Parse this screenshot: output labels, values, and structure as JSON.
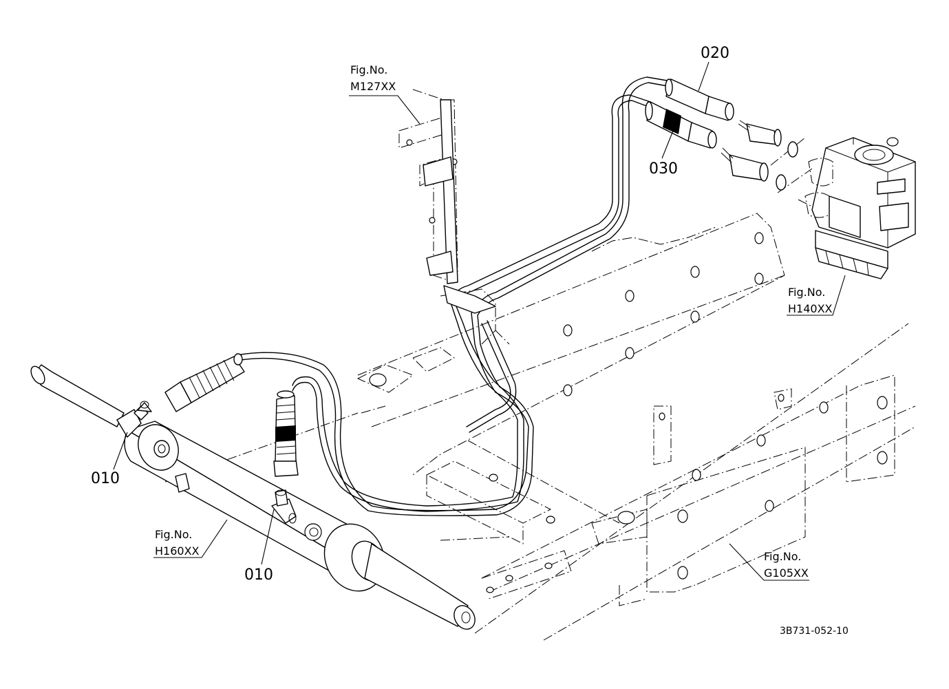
{
  "diagram": {
    "part_labels": {
      "p010_left": "010",
      "p010_mid": "010",
      "p020": "020",
      "p030": "030"
    },
    "figure_refs": {
      "m127": {
        "prefix": "Fig.No.",
        "code": "M127XX"
      },
      "h140": {
        "prefix": "Fig.No.",
        "code": "H140XX"
      },
      "h160": {
        "prefix": "Fig.No.",
        "code": "H160XX"
      },
      "g105": {
        "prefix": "Fig.No.",
        "code": "G105XX"
      }
    },
    "drawing_code": "3B731-052-10"
  }
}
